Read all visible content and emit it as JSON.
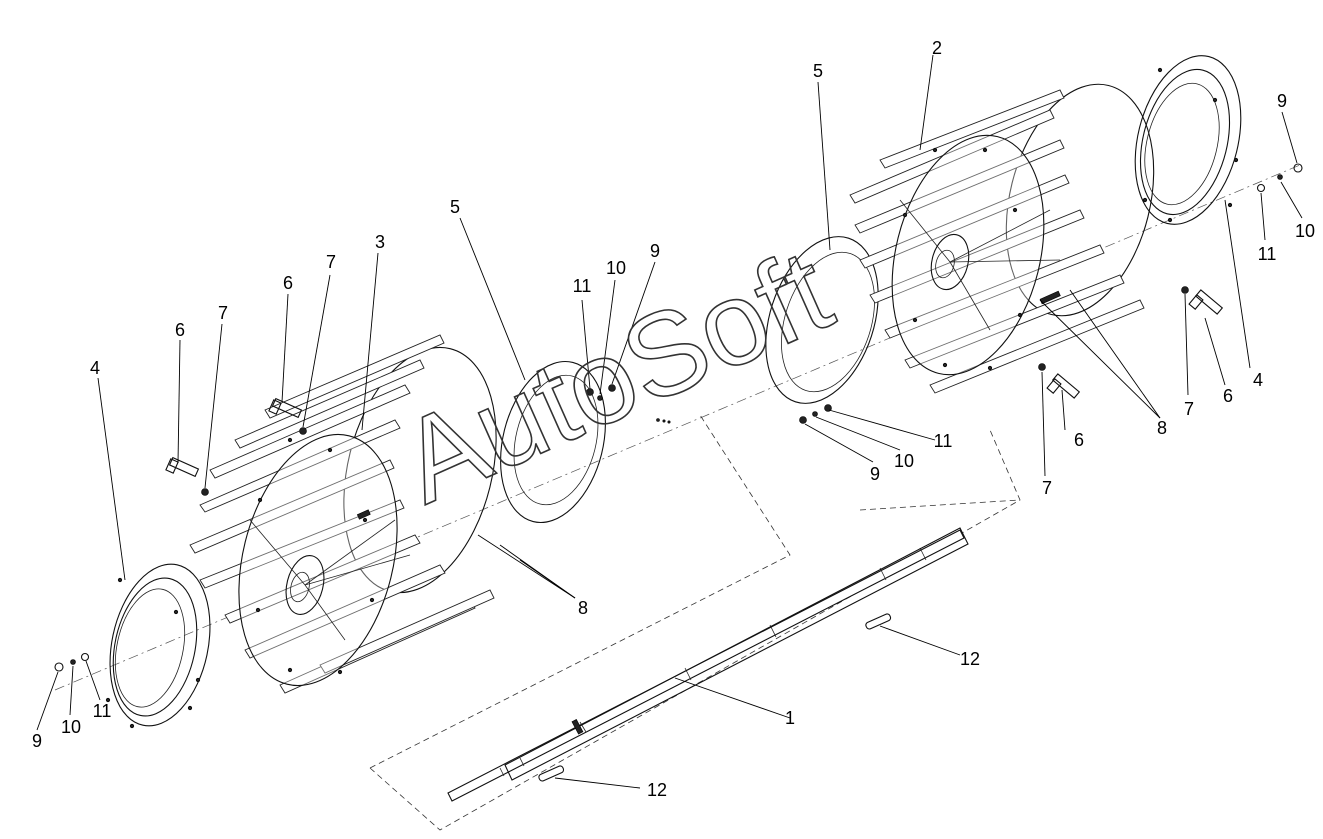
{
  "callouts": {
    "c1": "1",
    "c2": "2",
    "c3": "3",
    "c4_left": "4",
    "c4_right": "4",
    "c5_left": "5",
    "c5_right": "5",
    "c6_a": "6",
    "c6_b": "6",
    "c6_c": "6",
    "c6_d": "6",
    "c7_a": "7",
    "c7_b": "7",
    "c7_c": "7",
    "c7_d": "7",
    "c8_left": "8",
    "c8_right": "8",
    "c9_a": "9",
    "c9_b": "9",
    "c9_c": "9",
    "c9_d": "9",
    "c10_a": "10",
    "c10_b": "10",
    "c10_c": "10",
    "c10_d": "10",
    "c11_a": "11",
    "c11_b": "11",
    "c11_c": "11",
    "c11_d": "11",
    "c12_a": "12",
    "c12_b": "12"
  },
  "watermark": "AutoSoft",
  "colors": {
    "line": "#111111",
    "background": "#ffffff"
  }
}
